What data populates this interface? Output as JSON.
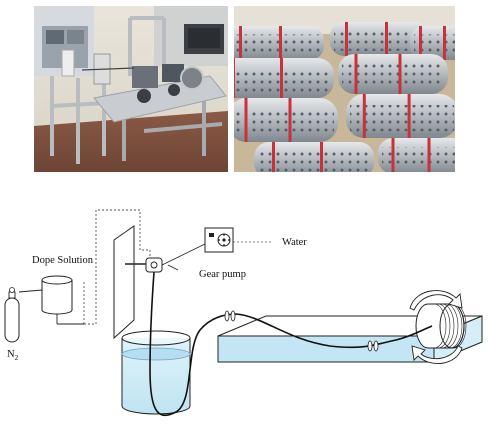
{
  "photos": {
    "left_alt": "spinning apparatus on aluminium frame",
    "right_alt": "perforated winding rolls with red bands"
  },
  "diagram": {
    "labels": {
      "dope_solution": "Dope Solution",
      "water": "Water",
      "gear_pump": "Gear pump",
      "nitrogen": "N",
      "nitrogen_sub": "2"
    }
  },
  "colors": {
    "water_fill": "#cfeaf5",
    "water_edge": "#5a9ab8",
    "line": "#222222",
    "roll_band": "#c8323a",
    "frame": "#b9bcc0"
  }
}
